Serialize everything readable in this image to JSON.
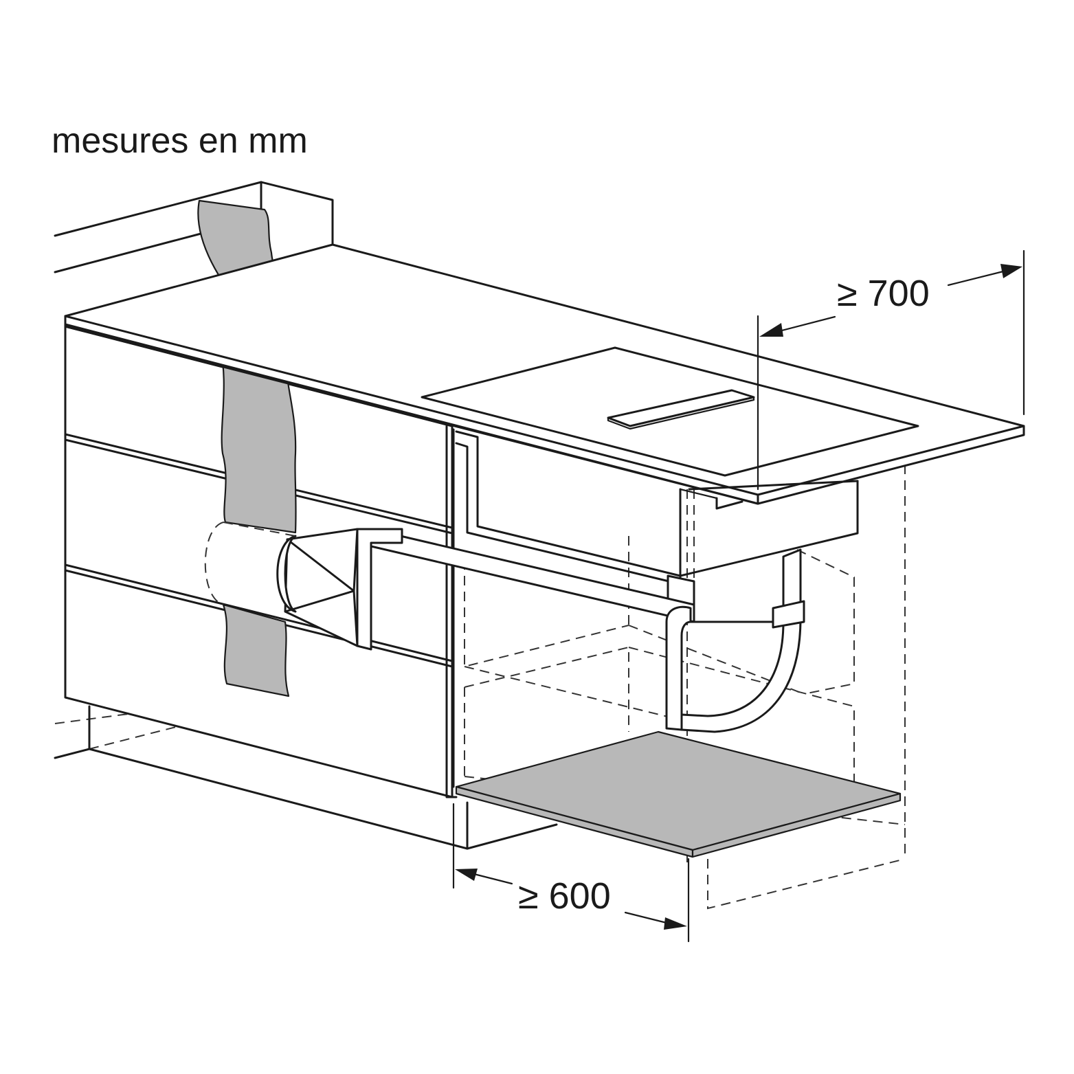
{
  "diagram": {
    "units_note": "mesures en mm",
    "dimensions": [
      {
        "label": "≥ 700"
      },
      {
        "label": "≥ 600"
      }
    ]
  }
}
